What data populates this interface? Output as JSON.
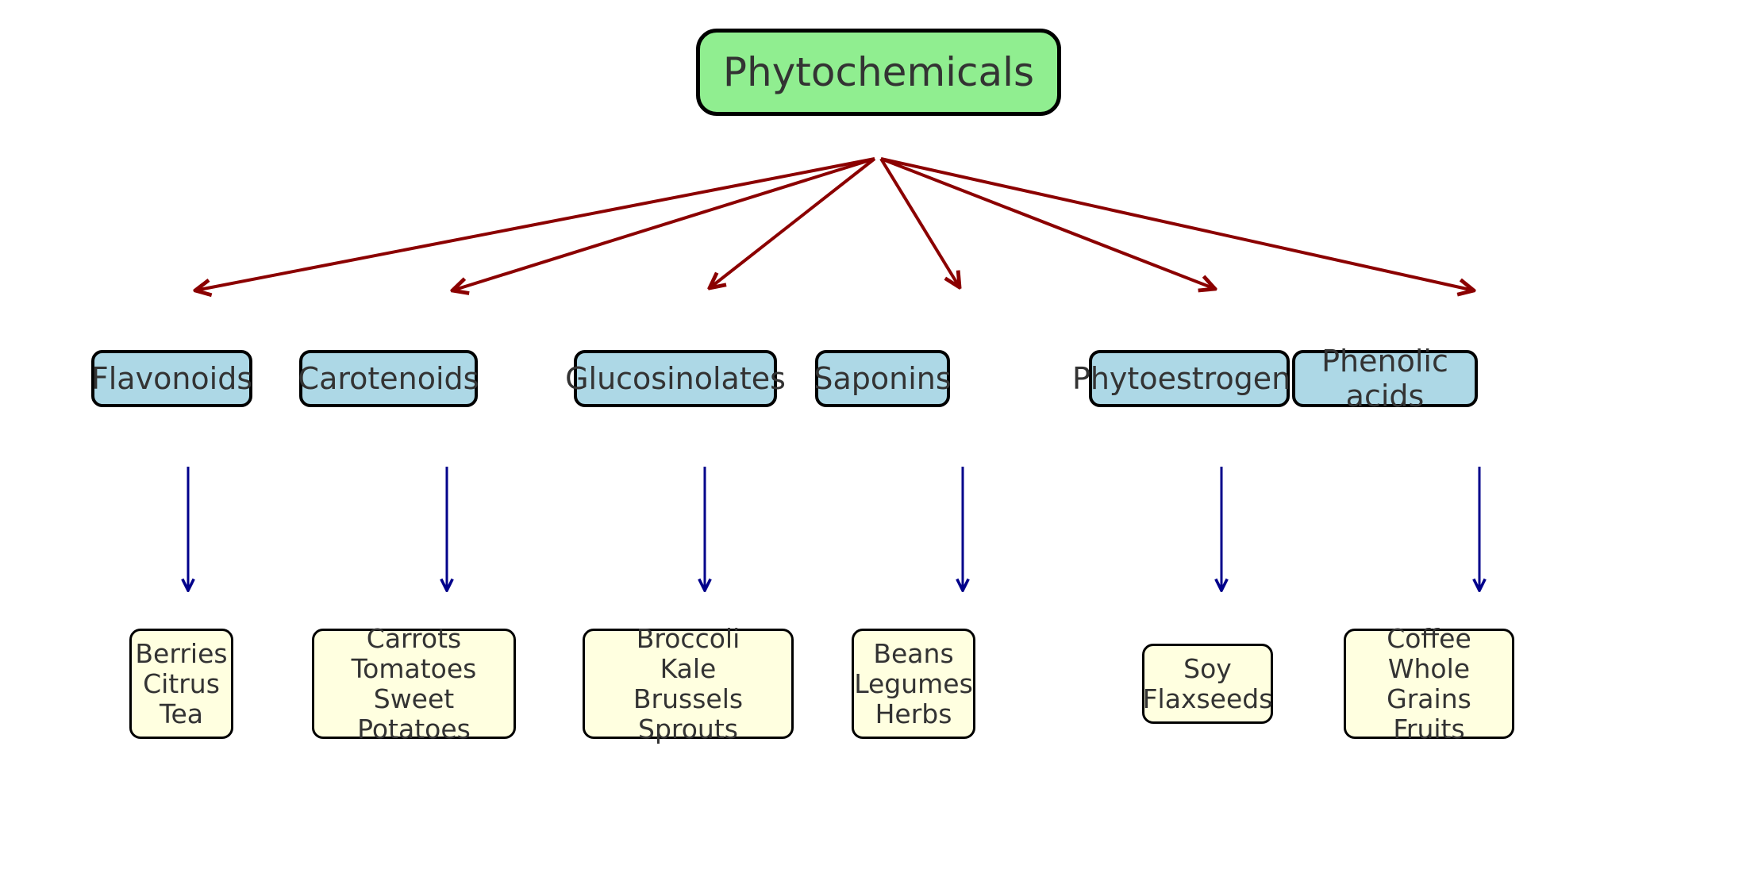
{
  "root": {
    "label": "Phytochemicals",
    "color": "#90ee90"
  },
  "colors": {
    "category_fill": "#add8e6",
    "food_fill": "#ffffe0",
    "root_arrow": "#8b0000",
    "category_arrow": "#00008b",
    "text": "#333333"
  },
  "categories": [
    {
      "label": "Flavonoids",
      "foods": [
        "Berries",
        "Citrus",
        "Tea"
      ]
    },
    {
      "label": "Carotenoids",
      "foods": [
        "Carrots",
        "Tomatoes",
        "Sweet Potatoes"
      ]
    },
    {
      "label": "Glucosinolates",
      "foods": [
        "Broccoli",
        "Kale",
        "Brussels Sprouts"
      ]
    },
    {
      "label": "Saponins",
      "foods": [
        "Beans",
        "Legumes",
        "Herbs"
      ]
    },
    {
      "label": "Phytoestrogens",
      "foods": [
        "Soy",
        "Flaxseeds"
      ]
    },
    {
      "label": "Phenolic acids",
      "foods": [
        "Coffee",
        "Whole Grains",
        "Fruits"
      ]
    }
  ]
}
